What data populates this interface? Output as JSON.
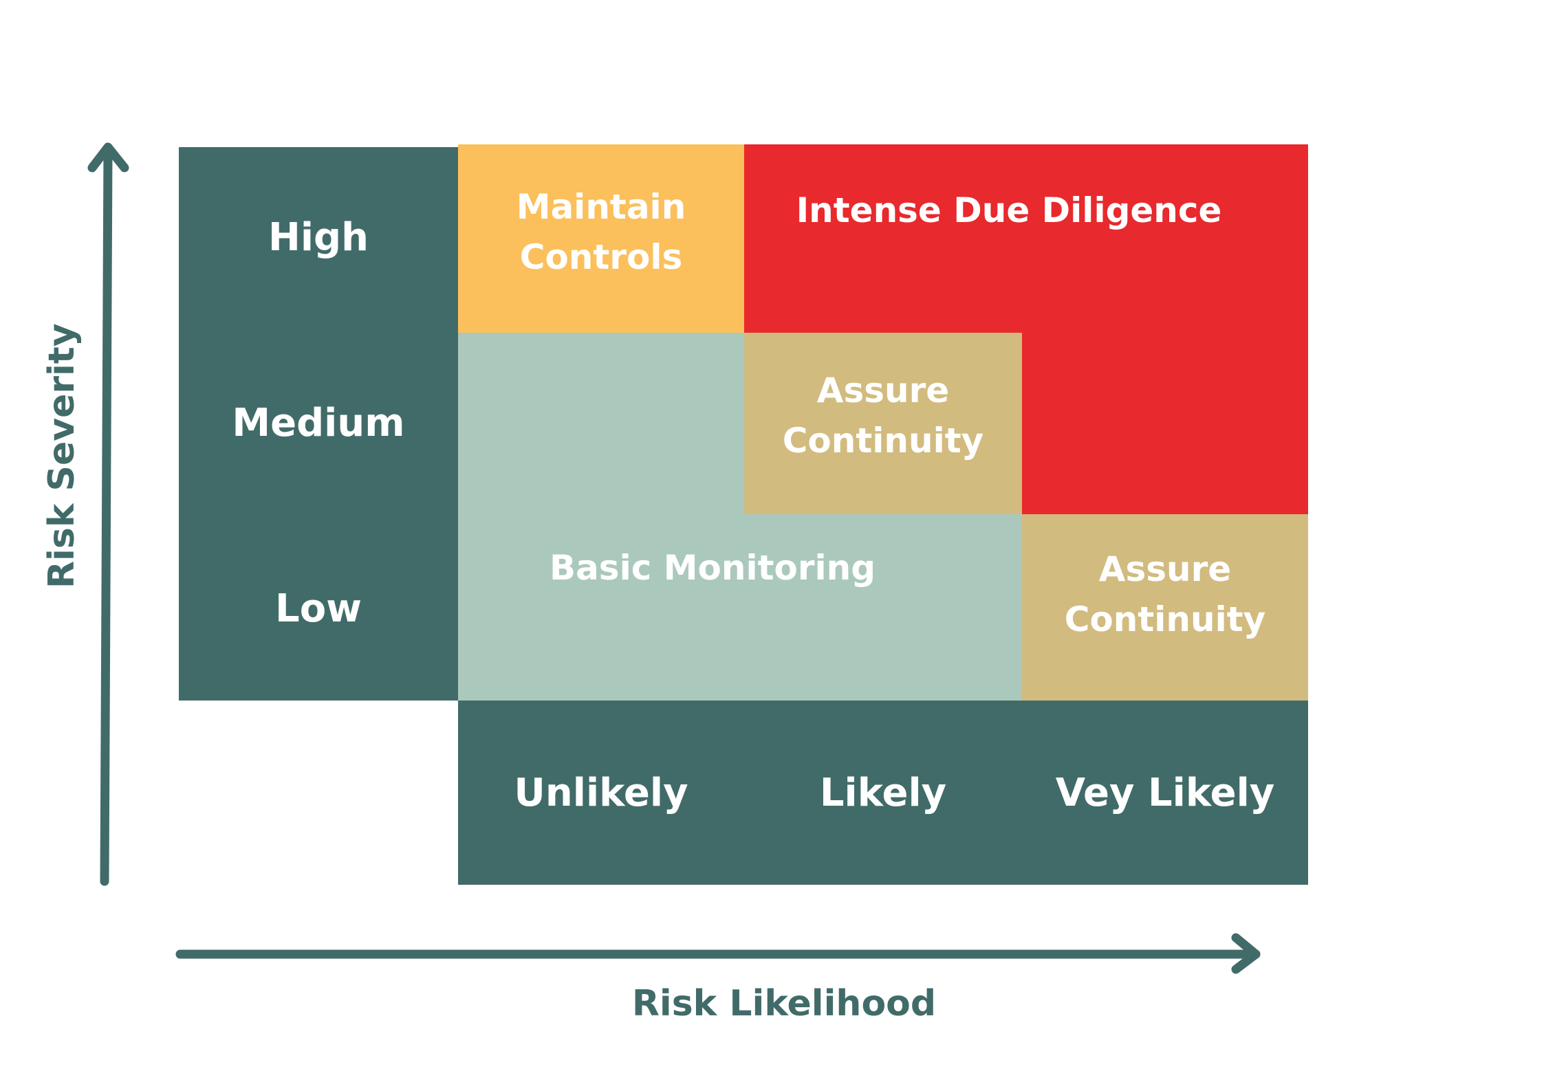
{
  "colors": {
    "axis_teal": "#416b69",
    "maintain_orange": "#fbc05b",
    "intense_red": "#e8292d",
    "basic_mint": "#aac9bc",
    "assure_tan": "#d2bb7f",
    "text_white": "#ffffff",
    "background": "#ffffff"
  },
  "severity_axis": {
    "title": "Risk Severity",
    "levels": [
      "High",
      "Medium",
      "Low"
    ]
  },
  "likelihood_axis": {
    "title": "Risk Likelihood",
    "levels": [
      "Unlikely",
      "Likely",
      "Vey Likely"
    ]
  },
  "zones": {
    "maintain_controls": "Maintain\nControls",
    "intense_due_diligence": "Intense Due Diligence",
    "assure_continuity_medium": "Assure\nContinuity",
    "basic_monitoring": "Basic Monitoring",
    "assure_continuity_low": "Assure\nContinuity"
  },
  "matrix": [
    {
      "severity": "High",
      "likelihood": "Unlikely",
      "zone": "Maintain Controls"
    },
    {
      "severity": "High",
      "likelihood": "Likely",
      "zone": "Intense Due Diligence"
    },
    {
      "severity": "High",
      "likelihood": "Vey Likely",
      "zone": "Intense Due Diligence"
    },
    {
      "severity": "Medium",
      "likelihood": "Unlikely",
      "zone": "Basic Monitoring"
    },
    {
      "severity": "Medium",
      "likelihood": "Likely",
      "zone": "Assure Continuity"
    },
    {
      "severity": "Medium",
      "likelihood": "Vey Likely",
      "zone": "Intense Due Diligence"
    },
    {
      "severity": "Low",
      "likelihood": "Unlikely",
      "zone": "Basic Monitoring"
    },
    {
      "severity": "Low",
      "likelihood": "Likely",
      "zone": "Basic Monitoring"
    },
    {
      "severity": "Low",
      "likelihood": "Vey Likely",
      "zone": "Assure Continuity"
    }
  ]
}
